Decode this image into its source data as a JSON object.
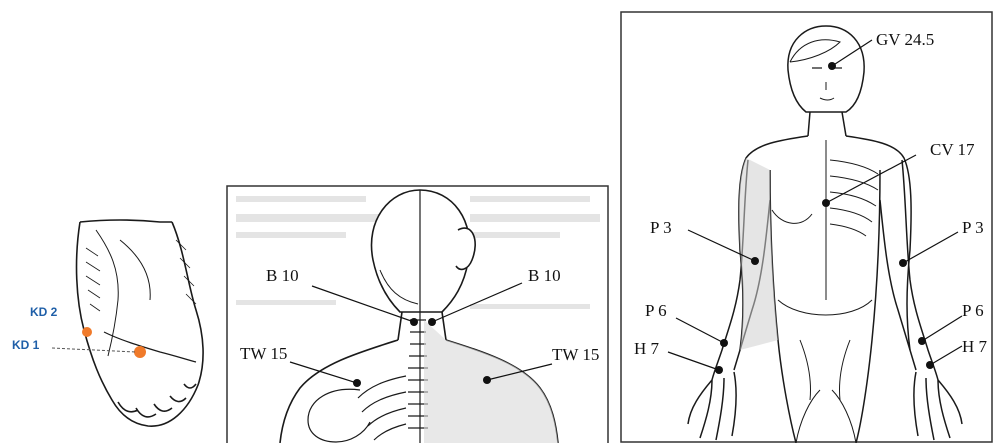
{
  "colors": {
    "foot_marker": "#f07a2a",
    "foot_label": "#1f5fa8",
    "ink": "#111111",
    "frame": "#333333"
  },
  "foot_panel": {
    "labels": {
      "kd2": "KD 2",
      "kd1": "KD 1"
    }
  },
  "back_panel": {
    "labels": {
      "b10_left": "B 10",
      "b10_right": "B 10",
      "tw15_left": "TW 15",
      "tw15_right": "TW 15"
    }
  },
  "front_panel": {
    "labels": {
      "gv": "GV 24.5",
      "cv": "CV 17",
      "p3_left": "P 3",
      "p3_right": "P 3",
      "p6_left": "P 6",
      "p6_right": "P 6",
      "h7_left": "H 7",
      "h7_right": "H 7"
    }
  }
}
